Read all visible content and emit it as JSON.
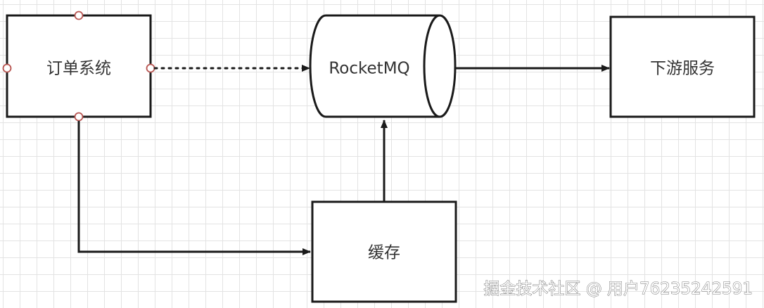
{
  "nodes": {
    "order_system": "订单系统",
    "rocketmq": "RocketMQ",
    "downstream": "下游服务",
    "cache": "缓存"
  },
  "watermark": "掘金技术社区 @ 用户76235242591",
  "colors": {
    "stroke": "#1a1a1a",
    "text": "#333333",
    "grid": "#e3e3e3",
    "handle": "#b85450"
  }
}
